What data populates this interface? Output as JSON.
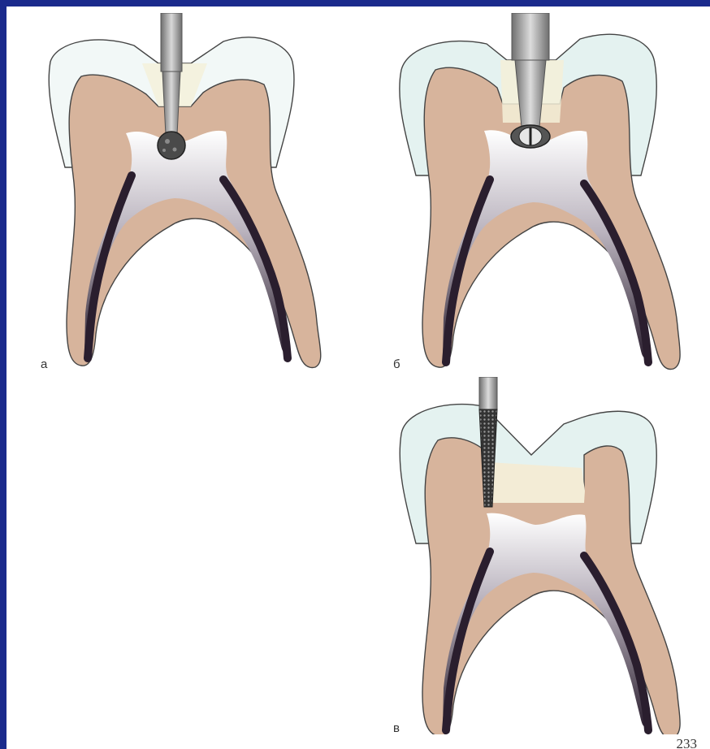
{
  "labels": {
    "panel_a": "а",
    "panel_b": "б",
    "panel_v": "в"
  },
  "page_number": "233",
  "colors": {
    "background": "#1b2a8c",
    "enamel": "#e4f2f0",
    "dentin": "#d7b49c",
    "pulp_dark": "#2a1e2e",
    "instrument": "#9c9c9c",
    "filling": "#f3ecd6"
  },
  "icons": {
    "panel_a_tool": "spherical-bur",
    "panel_b_tool": "fissure-bur-tip",
    "panel_v_tool": "tapered-diamond-bur"
  }
}
